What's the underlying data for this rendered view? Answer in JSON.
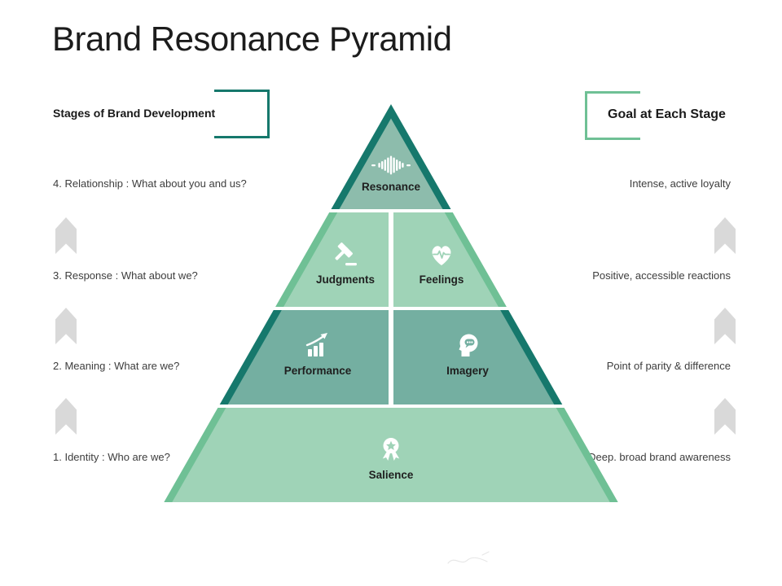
{
  "slide": {
    "title": "Brand Resonance Pyramid"
  },
  "headers": {
    "left": "Stages of Brand Development",
    "right": "Goal at Each Stage"
  },
  "stages": [
    {
      "stage": "4. Relationship : What about you and us?",
      "goal": "Intense, active loyalty"
    },
    {
      "stage": "3. Response : What about we?",
      "goal": "Positive, accessible reactions"
    },
    {
      "stage": "2. Meaning : What are we?",
      "goal": "Point of parity & difference"
    },
    {
      "stage": "1. Identity : Who are we?",
      "goal": "Deep. broad brand awareness"
    }
  ],
  "pyramid": {
    "resonance": {
      "label": "Resonance",
      "icon": "sound-wave-icon"
    },
    "judgments": {
      "label": "Judgments",
      "icon": "gavel-icon"
    },
    "feelings": {
      "label": "Feelings",
      "icon": "heart-pulse-icon"
    },
    "performance": {
      "label": "Performance",
      "icon": "bar-chart-arrow-icon"
    },
    "imagery": {
      "label": "Imagery",
      "icon": "head-speech-bubble-icon"
    },
    "salience": {
      "label": "Salience",
      "icon": "award-ribbon-icon"
    }
  },
  "colors": {
    "dark_teal_edge": "#16786c",
    "medium_green_edge": "#6fc095",
    "light_green_fill": "#9fd3b7",
    "sage_teal_fill": "#8dbcac",
    "muted_teal_fill": "#74afa1",
    "chevron_gray": "#d9d9d9"
  }
}
